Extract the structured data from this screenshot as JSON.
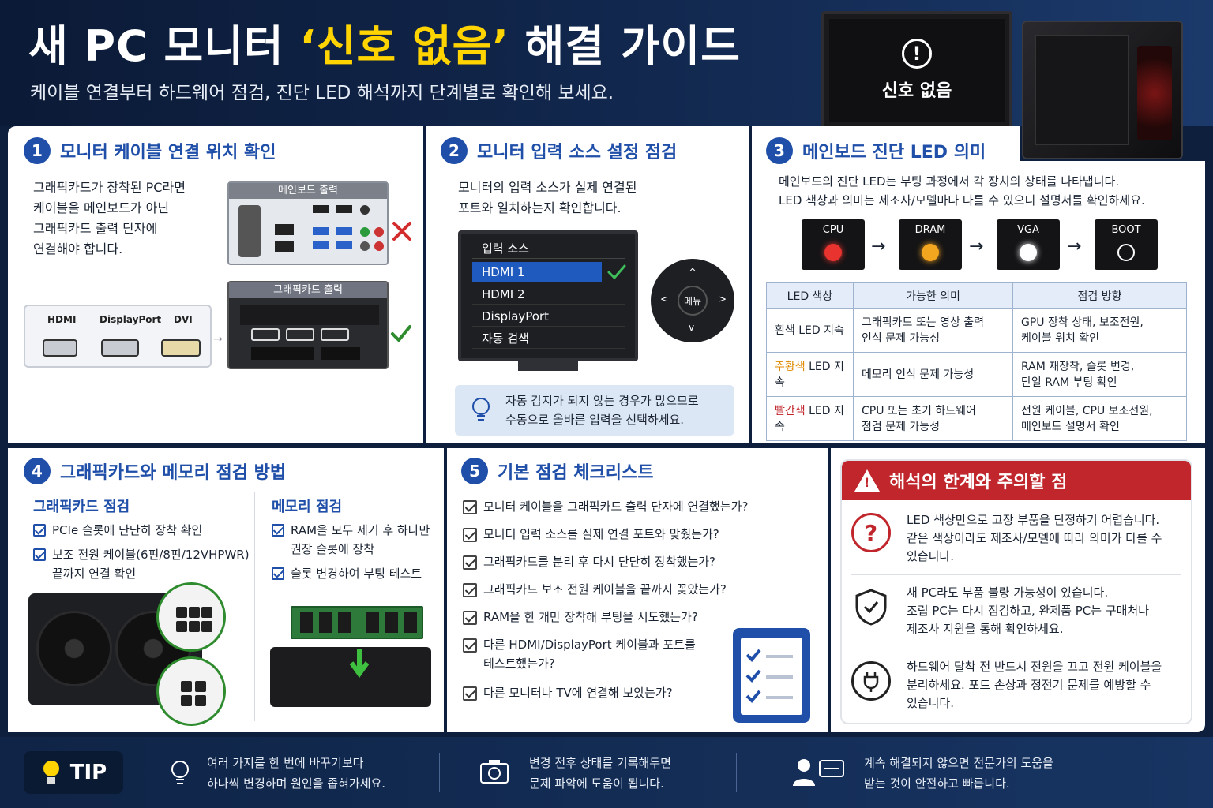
{
  "header": {
    "title_pre": "새 PC 모니터 ",
    "title_hl": "‘신호 없음’",
    "title_post": " 해결 가이드",
    "subtitle": "케이블 연결부터 하드웨어 점검, 진단 LED 해석까지 단계별로 확인해 보세요.",
    "monitor_msg": "신호 없음"
  },
  "s1": {
    "num": "1",
    "title": "모니터 케이블 연결 위치 확인",
    "body": [
      "그래픽카드가 장착된 PC라면",
      "케이블을 메인보드가 아닌",
      "그래픽카드 출력 단자에",
      "연결해야 합니다."
    ],
    "mb_caption": "메인보드 출력",
    "gpu_caption": "그래픽카드 출력",
    "cables": [
      "HDMI",
      "DisplayPort",
      "DVI"
    ]
  },
  "s2": {
    "num": "2",
    "title": "모니터 입력 소스 설정 점검",
    "body": [
      "모니터의 입력 소스가 실제 연결된",
      "포트와 일치하는지 확인합니다."
    ],
    "menu_title": "입력 소스",
    "menu_items": [
      "HDMI 1",
      "HDMI 2",
      "DisplayPort",
      "자동 검색"
    ],
    "dial_label": "메뉴",
    "tip": [
      "자동 감지가 되지 않는 경우가 많으므로",
      "수동으로 올바른 입력을 선택하세요."
    ]
  },
  "s3": {
    "num": "3",
    "title": "메인보드 진단 LED 의미",
    "body": [
      "메인보드의 진단 LED는 부팅 과정에서 각 장치의 상태를 나타냅니다.",
      "LED 색상과 의미는 제조사/모델마다 다를 수 있으니 설명서를 확인하세요."
    ],
    "leds": [
      {
        "label": "CPU",
        "color": "#e8332f"
      },
      {
        "label": "DRAM",
        "color": "#f2a51f"
      },
      {
        "label": "VGA",
        "color": "#ffffff"
      },
      {
        "label": "BOOT",
        "color": "none"
      }
    ],
    "table_headers": [
      "LED 색상",
      "가능한 의미",
      "점검 방향"
    ],
    "table_rows": [
      {
        "color_word": "",
        "color_rest": "흰색 LED 지속",
        "accent": "",
        "meaning": [
          "그래픽카드 또는 영상 출력",
          "인식 문제 가능성"
        ],
        "action": [
          "GPU 장착 상태, 보조전원,",
          "케이블 위치 확인"
        ]
      },
      {
        "color_word": "주황색",
        "color_rest": " LED 지속",
        "accent": "#e08a00",
        "meaning": [
          "메모리 인식 문제 가능성"
        ],
        "action": [
          "RAM 재장착, 슬롯 변경,",
          "단일 RAM 부팅 확인"
        ]
      },
      {
        "color_word": "빨간색",
        "color_rest": " LED 지속",
        "accent": "#c0262c",
        "meaning": [
          "CPU 또는 초기 하드웨어",
          "점검 문제 가능성"
        ],
        "action": [
          "전원 케이블, CPU 보조전원,",
          "메인보드 설명서 확인"
        ]
      }
    ]
  },
  "s4": {
    "num": "4",
    "title": "그래픽카드와 메모리 점검 방법",
    "gpu_head": "그래픽카드 점검",
    "gpu_items": [
      [
        "PCIe 슬롯에 단단히 장착 확인"
      ],
      [
        "보조 전원 케이블(6핀/8핀/12VHPWR)",
        "끝까지 연결 확인"
      ]
    ],
    "mem_head": "메모리 점검",
    "mem_items": [
      [
        "RAM을 모두 제거 후 하나만",
        "권장 슬롯에 장착"
      ],
      [
        "슬롯 변경하여 부팅 테스트"
      ]
    ]
  },
  "s5": {
    "num": "5",
    "title": "기본 점검 체크리스트",
    "items": [
      [
        "모니터 케이블을 그래픽카드 출력 단자에 연결했는가?"
      ],
      [
        "모니터 입력 소스를 실제 연결 포트와 맞췄는가?"
      ],
      [
        "그래픽카드를 분리 후 다시 단단히 장착했는가?"
      ],
      [
        "그래픽카드 보조 전원 케이블을 끝까지 꽂았는가?"
      ],
      [
        "RAM을 한 개만 장착해 부팅을 시도했는가?"
      ],
      [
        "다른 HDMI/DisplayPort 케이블과 포트를",
        "테스트했는가?"
      ],
      [
        "다른 모니터나 TV에 연결해 보았는가?"
      ]
    ]
  },
  "warning": {
    "title": "해석의 한계와 주의할 점",
    "items": [
      [
        "LED 색상만으로 고장 부품을 단정하기 어렵습니다.",
        "같은 색상이라도 제조사/모델에 따라 의미가 다를 수",
        "있습니다."
      ],
      [
        "새 PC라도 부품 불량 가능성이 있습니다.",
        "조립 PC는 다시 점검하고, 완제품 PC는 구매처나",
        "제조사 지원을 통해 확인하세요."
      ],
      [
        "하드웨어 탈착 전 반드시 전원을 끄고 전원 케이블을",
        "분리하세요. 포트 손상과 정전기 문제를 예방할 수",
        "있습니다."
      ]
    ]
  },
  "footer": {
    "tip_label": "TIP",
    "tips": [
      [
        "여러 가지를 한 번에 바꾸기보다",
        "하나씩 변경하며 원인을 좁혀가세요."
      ],
      [
        "변경 전후 상태를 기록해두면",
        "문제 파악에 도움이 됩니다."
      ],
      [
        "계속 해결되지 않으면 전문가의 도움을",
        "받는 것이 안전하고 빠릅니다."
      ]
    ]
  },
  "colors": {
    "accent": "#1f4fa8",
    "warn": "#c0262c",
    "title_highlight": "#ffd400",
    "ok": "#2e8b2e",
    "bad": "#d22c2c"
  }
}
